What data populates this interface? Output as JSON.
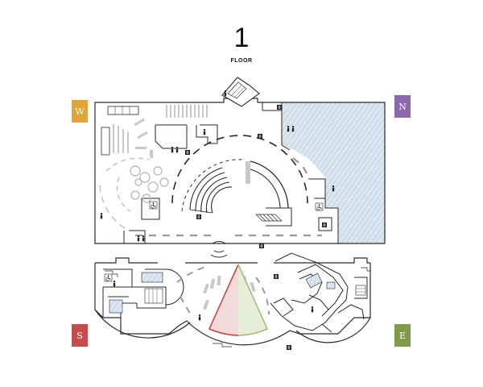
{
  "floor": {
    "number": "1",
    "label": "FLOOR"
  },
  "compass": {
    "west": {
      "letter": "W",
      "color": "#e1a43a"
    },
    "north": {
      "letter": "N",
      "color": "#8c68ac"
    },
    "south": {
      "letter": "S",
      "color": "#c84a4a"
    },
    "east": {
      "letter": "E",
      "color": "#7f9a4e"
    }
  },
  "colors": {
    "wall": "#2a2a2a",
    "hatch_area": "#dbe6f1",
    "hatch_line": "#9fb6cc",
    "furniture": "#c8c8c8",
    "highlight_red": "#c24a4a",
    "highlight_red_fill": "#f2dada",
    "highlight_green": "#a3bd7a",
    "highlight_green_fill": "#e6eedb"
  },
  "icons": [
    "restroom-icon",
    "accessible-restroom-icon",
    "elevator-icon",
    "stairs-icon"
  ]
}
